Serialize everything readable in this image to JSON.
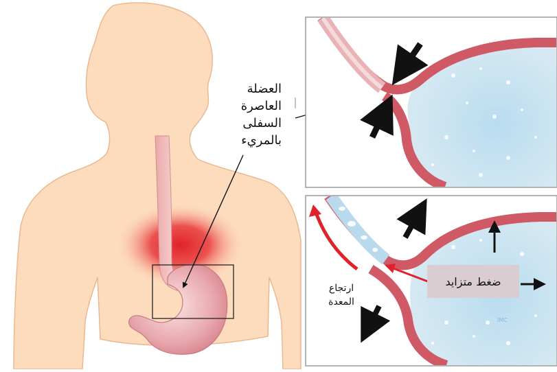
{
  "labels": {
    "sphincter": [
      "العضلة",
      "العاصرة",
      "السفلى",
      "بالمريء"
    ],
    "reflux": [
      "ارتجاع",
      "المعدة"
    ],
    "pressure": "ضغط متزايد",
    "watermark": "IMC"
  },
  "colors": {
    "skin": "#fddcbe",
    "skin_outline": "#e9b891",
    "heartburn": "#e0222a",
    "stomach_wall": "#d5606b",
    "stomach_inside": "#c9e3f1",
    "reflux_arrow": "#e0222a",
    "pressure_box": "#d9cdd2"
  },
  "icons": [
    "black-arrow-icon",
    "red-curved-arrow-icon"
  ]
}
